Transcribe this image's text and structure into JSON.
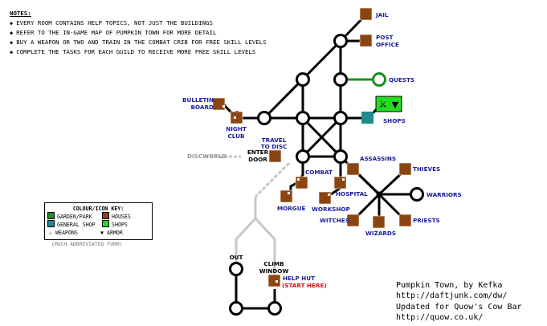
{
  "notes": {
    "header": "NOTES:",
    "items": [
      "EVERY ROOM CONTAINS HELP TOPICS,  NOT JUST THE BUILDINGS",
      "REFER TO THE IN-GAME MAP OF PUMPKIN TOWN FOR MORE DETAIL",
      "BUY A WEAPON OR TWO AND TRAIN IN THE COMBAT CRIB FOR FREE SKILL LEVELS",
      "COMPLETE THE TASKS FOR EACH GUILD TO RECEIVE MORE FREE SKILL LEVELS"
    ]
  },
  "key": {
    "title": "COLOUR/ICON KEY:",
    "garden": "GARDEN/PARK",
    "houses": "HOUSES",
    "general_shop": "GENERAL SHOP",
    "shops": "SHOPS",
    "weapons": "WEAPONS",
    "armor": "ARMOR",
    "weapons_glyph": "⚔",
    "armor_glyph": "▼"
  },
  "abbreviated": "(MUCH ABBREVIATED FORM)",
  "credits": {
    "line1": "Pumpkin Town, by Kefka",
    "line2": "http://daftjunk.com/dw/",
    "line3": "Updated for Quow's Cow Bar",
    "line4": "http://quow.co.uk/"
  },
  "labels": {
    "jail": "JAIL",
    "post_office_1": "POST",
    "post_office_2": "OFFICE",
    "quests": "QUESTS",
    "shops": "SHOPS",
    "bulletin_1": "BULLETIN",
    "bulletin_2": "BOARD",
    "nightclub_1": "NIGHT",
    "nightclub_2": "CLUB",
    "travel_1": "TRAVEL",
    "travel_2": "TO DISC",
    "enter_1": "ENTER",
    "enter_2": "DOOR",
    "discworld": "DISCWORLD",
    "combat": "COMBAT",
    "morgue": "MORGUE",
    "hospital": "HOSPITAL",
    "workshop": "WORKSHOP",
    "assassins": "ASSASSINS",
    "thieves": "THIEVES",
    "warriors": "WARRIORS",
    "witches": "WITCHES",
    "priests": "PRIESTS",
    "wizards": "WIZARDS",
    "out": "OUT",
    "climb_1": "CLIMB",
    "climb_2": "WINDOW",
    "helphut": "HELP HUT",
    "start_here": "(START HERE)"
  },
  "colors": {
    "house": "#8b4513",
    "garden": "#1e8c1e",
    "general_shop": "#1e8c8c",
    "shop": "#22dd22",
    "label": "#1a1a99",
    "red": "#cc1111",
    "path_grey": "#c8c8c8"
  }
}
